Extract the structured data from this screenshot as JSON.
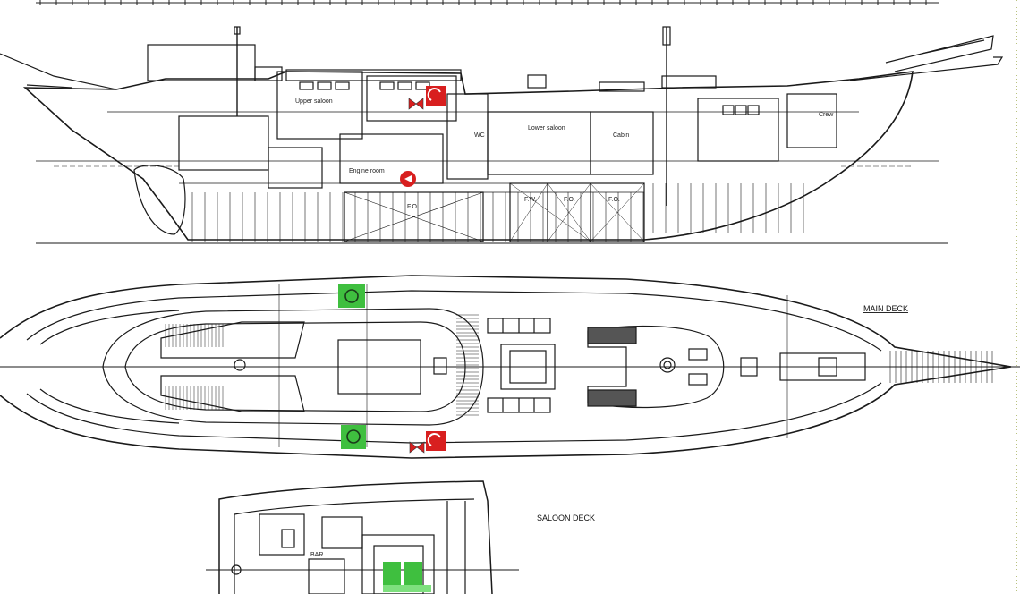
{
  "labels": {
    "main_deck": "MAIN DECK",
    "saloon_deck": "SALOON DECK",
    "upper_saloon": "Upper saloon",
    "lower_saloon": "Lower saloon",
    "cabin": "Cabin",
    "engine_room": "Engine room",
    "crew": "Crew",
    "bar": "BAR",
    "fw_tank": "F.W.",
    "fo_tank_1": "F.O.",
    "fo_tank_2": "F.O.",
    "fuel_tank": "F.O.",
    "wc": "WC"
  },
  "colors": {
    "line": "#1a1a1a",
    "fire_extinguisher": "#d81f1f",
    "life_buoy": "#3fbf3f",
    "border_dots": "#8a9a2a"
  },
  "symbols": [
    {
      "name": "fire-extinguisher-icon",
      "kind": "extinguisher"
    },
    {
      "name": "life-buoy-icon",
      "kind": "life-buoy"
    },
    {
      "name": "fire-valve-icon",
      "kind": "valve"
    }
  ]
}
